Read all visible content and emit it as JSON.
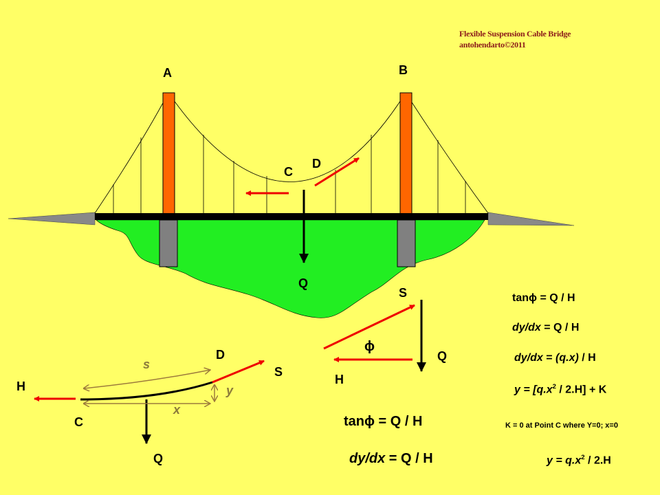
{
  "credit": {
    "title": "Flexible Suspension Cable Bridge",
    "author": "antohendarto©2011"
  },
  "labels": {
    "A": "A",
    "B": "B",
    "C": "C",
    "D": "D",
    "Q": "Q",
    "S": "S",
    "H": "H",
    "phi": "ϕ",
    "s": "s",
    "x": "x",
    "y": "y"
  },
  "equations": {
    "right": {
      "e1": "tanϕ = Q / H",
      "e2_lhs": "dy/dx",
      "e2_rhs": " = Q / H",
      "e3_lhs": "dy/dx",
      "e3_mid": " = ",
      "e3_rhs": "(q.x)",
      "e3_end": " / H",
      "e4_a": "y = [",
      "e4_b": "q.x",
      "e4_c": "2",
      "e4_d": " / 2.H] + K",
      "note": "K = 0 at Point C where  Y=0; x=0",
      "e5_a": "y = ",
      "e5_b": "q.x",
      "e5_c": "2",
      "e5_d": " / 2.H"
    },
    "bottom": {
      "e1": "tanϕ = Q / H",
      "e2_lhs": "dy/dx",
      "e2_rhs": " = Q / H"
    }
  },
  "colors": {
    "background": "#ffff66",
    "tower": "#ff6600",
    "pier": "#808080",
    "ground": "#22ee22",
    "force_arrow": "#ee0000",
    "dimension": "#9c7a3c",
    "credit": "#8b1a1a"
  }
}
